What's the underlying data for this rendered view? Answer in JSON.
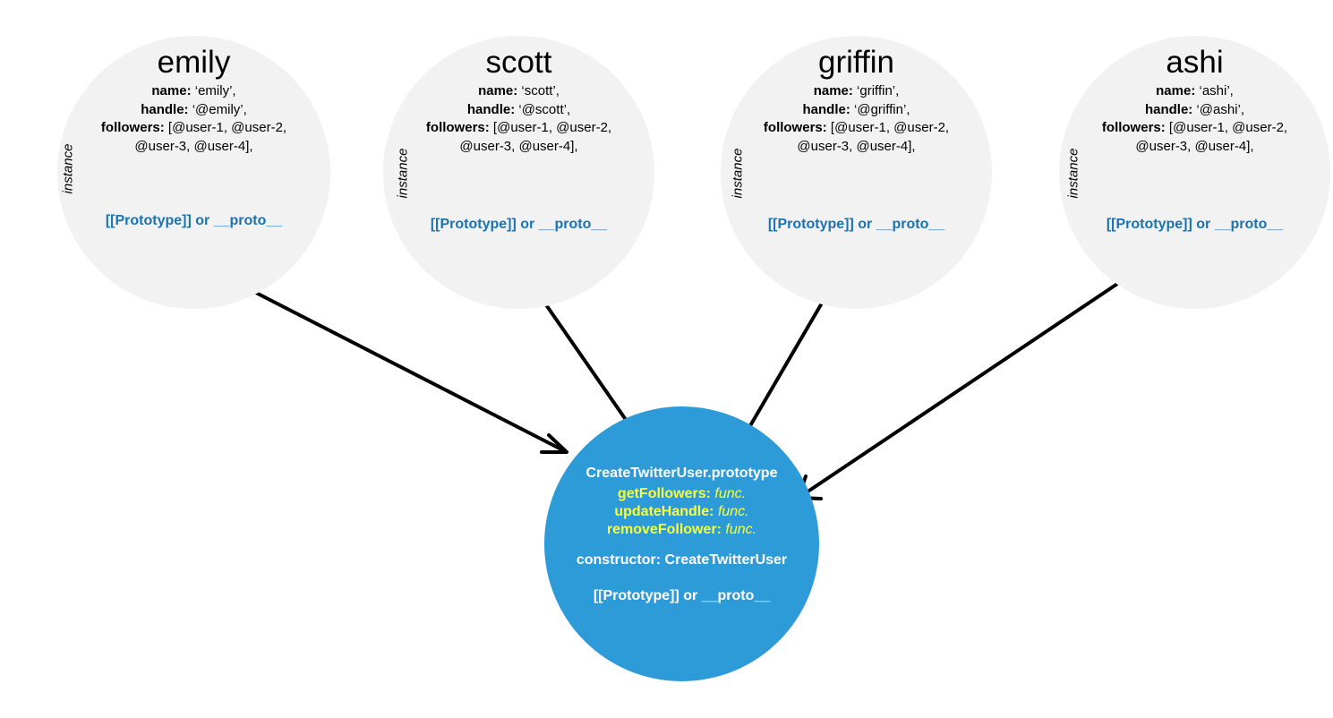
{
  "instances": [
    {
      "title": "emily",
      "name_label": "name:",
      "name_value": "‘emily’,",
      "handle_label": "handle:",
      "handle_value": "‘@emily’,",
      "followers_label": "followers:",
      "followers_value_1": "[@user-1, @user-2,",
      "followers_value_2": "@user-3, @user-4],",
      "instance_label": "instance",
      "proto_link": "[[Prototype]] or __proto__"
    },
    {
      "title": "scott",
      "name_label": "name:",
      "name_value": "‘scott’,",
      "handle_label": "handle:",
      "handle_value": "‘@scott’,",
      "followers_label": "followers:",
      "followers_value_1": "[@user-1, @user-2,",
      "followers_value_2": "@user-3, @user-4],",
      "instance_label": "instance",
      "proto_link": "[[Prototype]] or __proto__"
    },
    {
      "title": "griffin",
      "name_label": "name:",
      "name_value": "‘griffin’,",
      "handle_label": "handle:",
      "handle_value": "‘@griffin’,",
      "followers_label": "followers:",
      "followers_value_1": "[@user-1, @user-2,",
      "followers_value_2": "@user-3, @user-4],",
      "instance_label": "instance",
      "proto_link": "[[Prototype]] or __proto__"
    },
    {
      "title": "ashi",
      "name_label": "name:",
      "name_value": "‘ashi’,",
      "handle_label": "handle:",
      "handle_value": "‘@ashi’,",
      "followers_label": "followers:",
      "followers_value_1": "[@user-1, @user-2,",
      "followers_value_2": "@user-3, @user-4],",
      "instance_label": "instance",
      "proto_link": "[[Prototype]] or __proto__"
    }
  ],
  "prototype": {
    "title": "CreateTwitterUser.prototype",
    "methods": [
      {
        "name": "getFollowers:",
        "value": "func."
      },
      {
        "name": "updateHandle:",
        "value": "func."
      },
      {
        "name": "removeFollower:",
        "value": "func."
      }
    ],
    "constructor": "constructor: CreateTwitterUser",
    "proto_link": "[[Prototype]] or __proto__"
  },
  "colors": {
    "instance_circle": "#f2f2f2",
    "prototype_circle": "#2e9bd9",
    "proto_link": "#1a73b4",
    "method_highlight": "#f8ff3c"
  }
}
